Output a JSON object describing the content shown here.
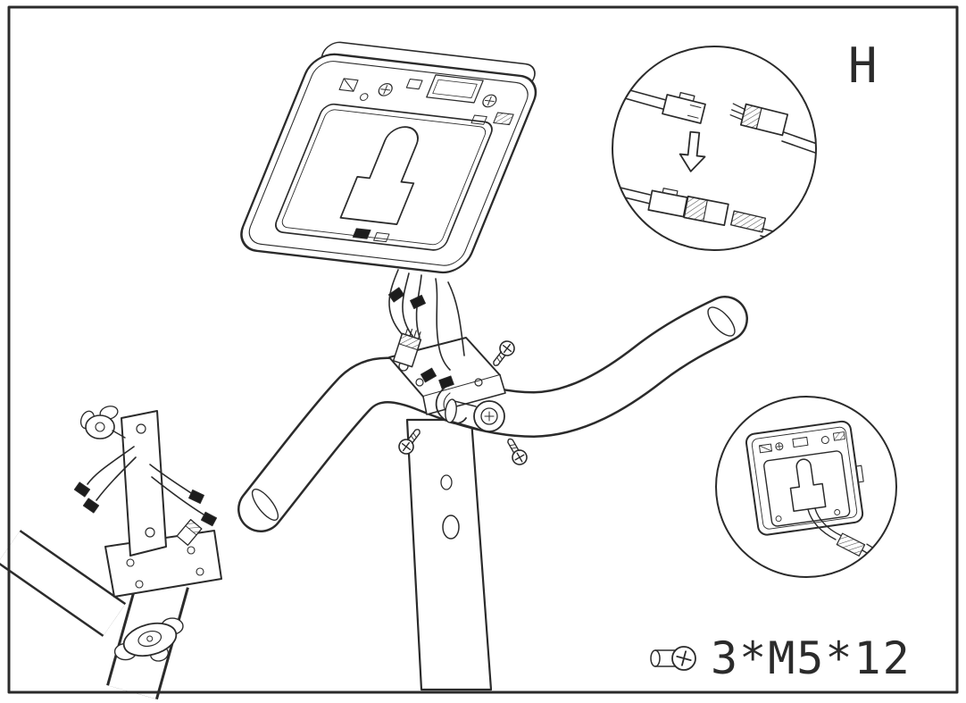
{
  "labels": {
    "step": "H",
    "hardware": "3*M5*12"
  },
  "icons": {
    "hardware_icon": "phillips-screw-icon",
    "callout_arrow": "down-arrow-icon",
    "top_right_callout": "cable-connectors-joining-detail",
    "bottom_right_callout": "console-back-cable-routing-detail"
  },
  "colors": {
    "line": "#2b2b2b",
    "background": "#ffffff",
    "connector_fill": "#1c1c1c"
  }
}
